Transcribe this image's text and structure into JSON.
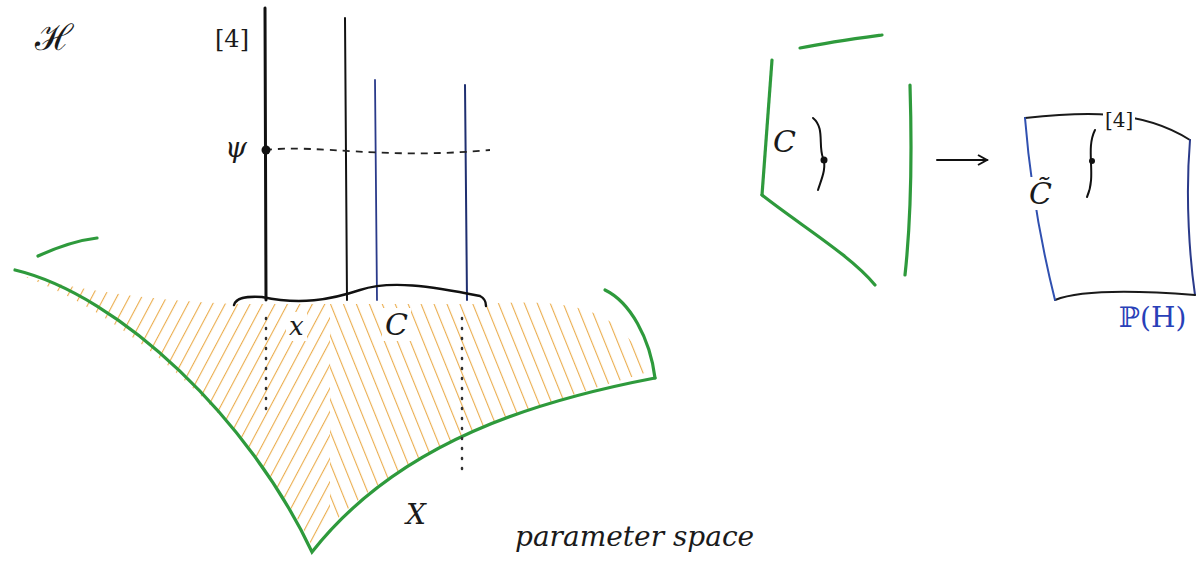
{
  "diagram": {
    "nodes": [
      {
        "text": [
          "C"
        ]
      },
      {
        "text": [
          "C̃",
          "[4]",
          "ℙ(H)"
        ]
      }
    ],
    "edges": [
      {
        "from": 0,
        "to": 1,
        "arrow": "to"
      }
    ],
    "labels": [
      "ℋ",
      "[4]",
      "ψ",
      "x",
      "C",
      "X",
      "parameter space"
    ]
  }
}
